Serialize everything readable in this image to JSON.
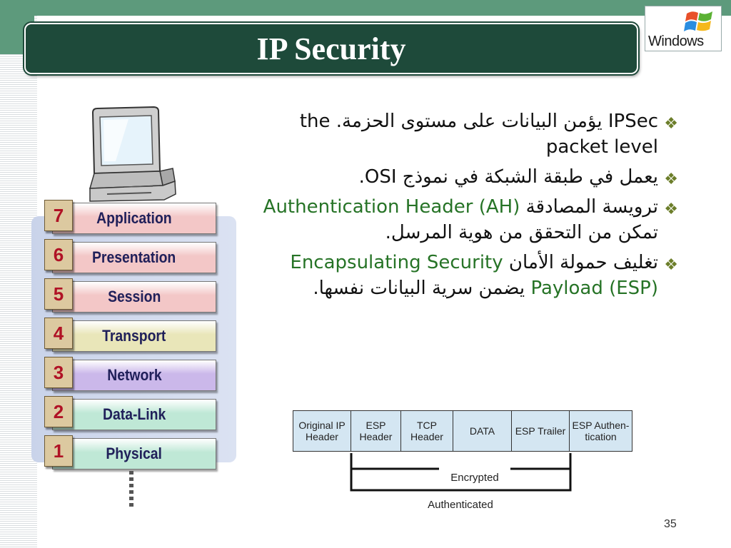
{
  "slide": {
    "title": "IP Security",
    "logo_text": "Windows",
    "page_number": "35"
  },
  "osi_layers": [
    {
      "num": "7",
      "name": "Application",
      "color": "#f3c7c7"
    },
    {
      "num": "6",
      "name": "Presentation",
      "color": "#f3c7c7"
    },
    {
      "num": "5",
      "name": "Session",
      "color": "#f3c7c7"
    },
    {
      "num": "4",
      "name": "Transport",
      "color": "#e9e6b9"
    },
    {
      "num": "3",
      "name": "Network",
      "color": "#cbb8ea"
    },
    {
      "num": "2",
      "name": "Data-Link",
      "color": "#bfe8d6"
    },
    {
      "num": "1",
      "name": "Physical",
      "color": "#bfe8d6"
    }
  ],
  "bullets": [
    {
      "en1": "IPSec",
      "ar": "يؤمن البيانات على مستوى الحزمة.",
      "en2": "the packet level"
    },
    {
      "ar": "يعمل في طبقة الشبكة في نموذج",
      "en": "OSI",
      "tail": "."
    },
    {
      "ar1": "ترويسة المصادقة",
      "en": "Authentication Header (AH)",
      "ar2": "تمكن من التحقق من هوية المرسل."
    },
    {
      "ar1": "تغليف حمولة الأمان",
      "en": "Encapsulating Security Payload (ESP)",
      "ar2": "يضمن سرية البيانات نفسها."
    }
  ],
  "esp_packet": {
    "fields": [
      "Original IP Header",
      "ESP Header",
      "TCP Header",
      "DATA",
      "ESP Trailer",
      "ESP Authen-tication"
    ],
    "encrypted_label": "Encrypted",
    "authenticated_label": "Authenticated"
  },
  "colors": {
    "title_bar": "#1e4a3a",
    "accent_green": "#267326",
    "layer_number": "#b01225"
  }
}
